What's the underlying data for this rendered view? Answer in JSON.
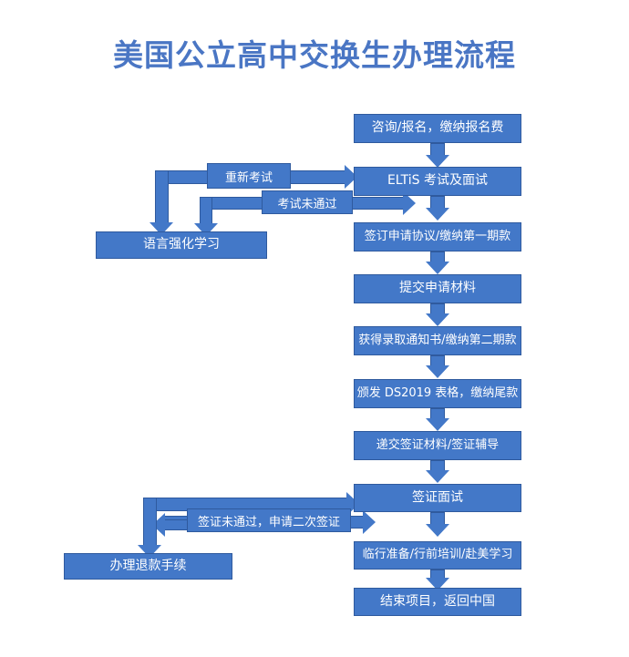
{
  "page": {
    "title": "美国公立高中交换生办理流程",
    "accent_color": "#4378c8",
    "border_color": "#2f5a9e",
    "title_color": "#4a76c4",
    "background": "#ffffff"
  },
  "nodes": {
    "consult": "咨询/报名，缴纳报名费",
    "eltis": "ELTiS 考试及面试",
    "language": "语言强化学习",
    "agreement": "签订申请协议/缴纳第一期款",
    "materials": "提交申请材料",
    "admission": "获得录取通知书/缴纳第二期款",
    "ds2019": "颁发 DS2019 表格，缴纳尾款",
    "visa_docs": "递交签证材料/签证辅导",
    "visa_interview": "签证面试",
    "departure": "临行准备/行前培训/赴美学习",
    "finish": "结束项目，返回中国",
    "refund": "办理退款手续"
  },
  "edge_labels": {
    "retake": "重新考试",
    "exam_failed": "考试未通过",
    "visa_failed": "签证未通过，申请二次签证"
  }
}
